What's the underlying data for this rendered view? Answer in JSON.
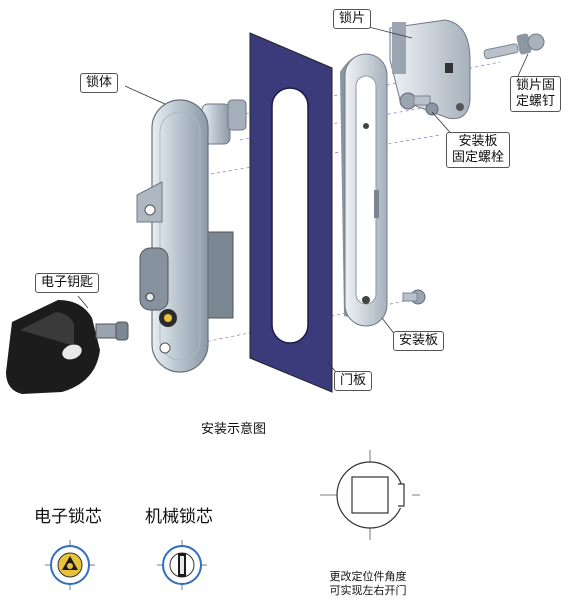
{
  "callouts": {
    "lock_plate": "锁片",
    "lock_body": "锁体",
    "lock_plate_screw": "锁片固\n定螺钉",
    "mount_bolt": "安装板\n固定螺栓",
    "electronic_key": "电子钥匙",
    "mount_plate": "安装板",
    "door_panel": "门板"
  },
  "caption": "安装示意图",
  "cores": {
    "electronic": "电子锁芯",
    "mechanical": "机械锁芯"
  },
  "note": "更改定位件角度\n可实现左右开门",
  "colors": {
    "door": "#3b3a7a",
    "metal": "#c9d2dc",
    "key": "#1c1c1c",
    "core_yellow": "#e8c23a",
    "core_blue": "#2f6fbf"
  }
}
